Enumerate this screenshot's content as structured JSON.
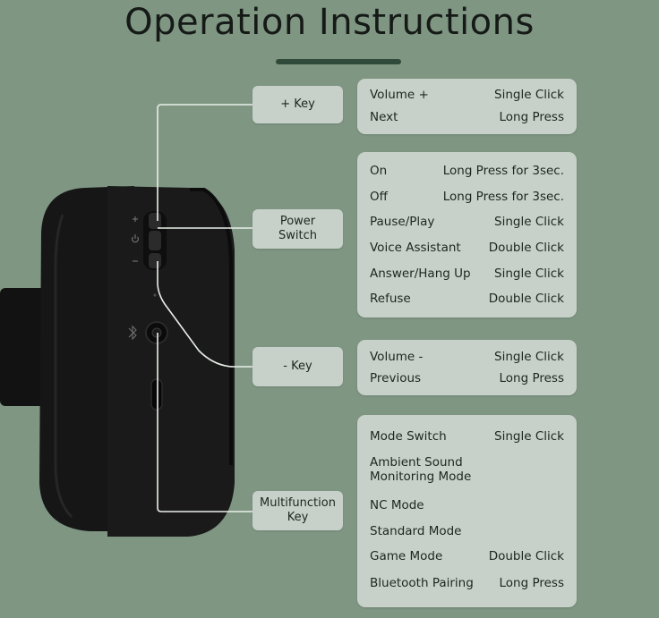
{
  "title": "Operation Instructions",
  "labels": {
    "plus": "+ Key",
    "power_line1": "Power",
    "power_line2": "Switch",
    "minus": "- Key",
    "multi_line1": "Multifunction",
    "multi_line2": "Key"
  },
  "plus_key": [
    {
      "function": "Volume +",
      "operation": "Single Click"
    },
    {
      "function": "Next",
      "operation": "Long Press"
    }
  ],
  "power_switch": [
    {
      "function": "On",
      "operation": "Long Press for 3sec."
    },
    {
      "function": "Off",
      "operation": "Long Press for 3sec."
    },
    {
      "function": "Pause/Play",
      "operation": "Single Click"
    },
    {
      "function": "Voice Assistant",
      "operation": "Double Click"
    },
    {
      "function": "Answer/Hang Up",
      "operation": "Single Click"
    },
    {
      "function": "Refuse",
      "operation": "Double Click"
    }
  ],
  "minus_key": [
    {
      "function": "Volume -",
      "operation": "Single Click"
    },
    {
      "function": "Previous",
      "operation": "Long Press"
    }
  ],
  "multifunction_key": [
    {
      "function": "Mode Switch",
      "operation": "Single Click"
    },
    {
      "function": "Ambient Sound",
      "function_line2": "Monitoring Mode",
      "operation": ""
    },
    {
      "function": "NC Mode",
      "operation": ""
    },
    {
      "function": "Standard Mode",
      "operation": ""
    },
    {
      "function": "Game Mode",
      "operation": "Double Click"
    },
    {
      "function": "Bluetooth Pairing",
      "operation": "Long Press"
    }
  ],
  "colors": {
    "background": "#7f9683",
    "box": "#c8d1c9",
    "accent_bar": "#2f4a3a",
    "headphone": "#141414"
  },
  "icons": [
    "plus-icon",
    "power-icon",
    "minus-icon",
    "bluetooth-icon"
  ]
}
